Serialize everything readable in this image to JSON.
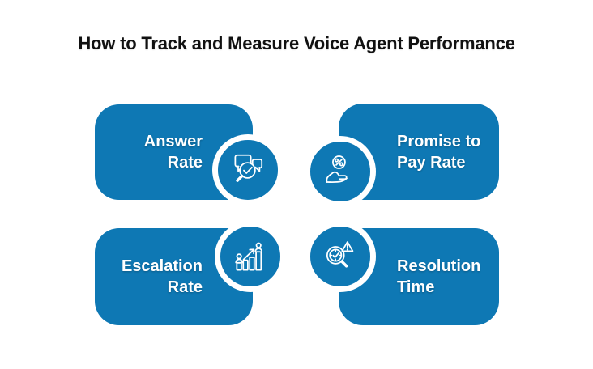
{
  "page": {
    "title": "How to Track and Measure Voice Agent Performance"
  },
  "colors": {
    "accent_blue": "#0E78B4",
    "card_text": "#FFFFFF",
    "title_text": "#111111",
    "background": "#FFFFFF"
  },
  "cards": [
    {
      "id": "answer-rate",
      "lines": [
        "Answer",
        "Rate"
      ],
      "icon": "chat-search-icon",
      "icon_side": "right",
      "text_align": "right"
    },
    {
      "id": "promise-to-pay-rate",
      "lines": [
        "Promise to",
        "Pay Rate"
      ],
      "icon": "hand-percent-icon",
      "icon_side": "left",
      "text_align": "left"
    },
    {
      "id": "escalation-rate",
      "lines": [
        "Escalation",
        "Rate"
      ],
      "icon": "people-growth-chart-icon",
      "icon_side": "right",
      "text_align": "right"
    },
    {
      "id": "resolution-time",
      "lines": [
        "Resolution",
        "Time"
      ],
      "icon": "magnifier-clock-alert-icon",
      "icon_side": "left",
      "text_align": "left"
    }
  ]
}
